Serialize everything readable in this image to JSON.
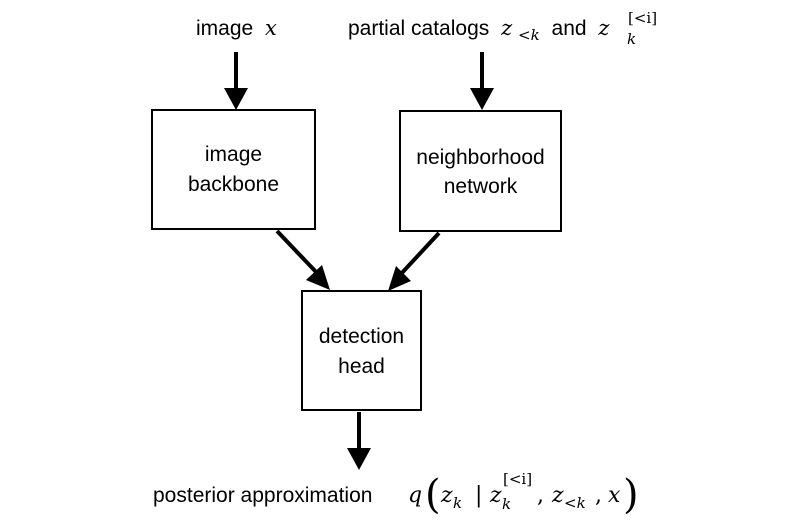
{
  "inputs": {
    "image": {
      "label": "image",
      "var": "x"
    },
    "partial_catalogs": {
      "label": "partial catalogs",
      "var1": "z",
      "var1_sub": "<k",
      "conj": "and",
      "var2": "z",
      "var2_sub": "k",
      "var2_sup": "[<i]"
    }
  },
  "nodes": {
    "image_backbone": {
      "line1": "image",
      "line2": "backbone"
    },
    "neighborhood_network": {
      "line1": "neighborhood",
      "line2": "network"
    },
    "detection_head": {
      "line1": "detection",
      "line2": "head"
    }
  },
  "output": {
    "label": "posterior approximation",
    "fn": "q",
    "lparen": "(",
    "arg1": "z",
    "arg1_sub": "k",
    "bar": "|",
    "arg2": "z",
    "arg2_sub": "k",
    "arg2_sup": "[<i]",
    "comma1": ",",
    "arg3": "z",
    "arg3_sub": "<k",
    "comma2": ",",
    "arg4": "x",
    "rparen": ")"
  }
}
